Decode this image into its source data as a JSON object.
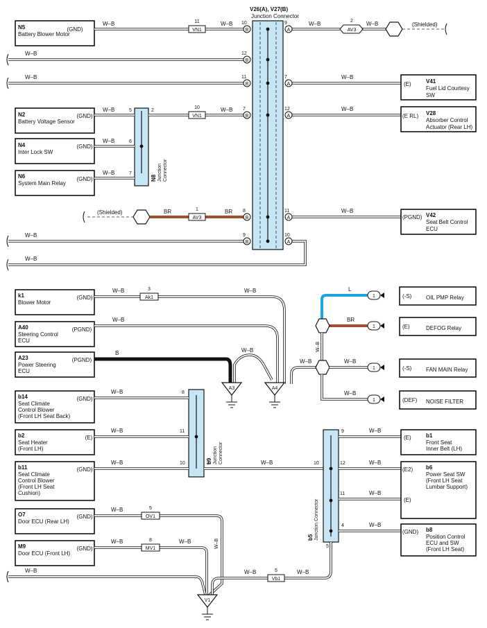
{
  "components": {
    "n5": {
      "code": "N5",
      "name": "Battery Blower Motor",
      "pin": "(GND)"
    },
    "n2": {
      "code": "N2",
      "name": "Battery Voltage Sensor",
      "pin": "(GND)"
    },
    "n4": {
      "code": "N4",
      "name": "Inter Lock SW",
      "pin": "(GND)"
    },
    "n6": {
      "code": "N6",
      "name": "System Main Relay",
      "pin": "(GND)"
    },
    "v41": {
      "code": "V41",
      "name1": "Fuel Lid Courtesy",
      "name2": "SW",
      "pin": "(E)"
    },
    "v28": {
      "code": "V28",
      "name1": "Absorber Control",
      "name2": "Actuator (Rear LH)",
      "pin": "(E RL)"
    },
    "v42": {
      "code": "V42",
      "name1": "Seat Belt Control",
      "name2": "ECU",
      "pin": "(PGND)"
    },
    "k1": {
      "code": "k1",
      "name": "Blower Motor",
      "pin": "(GND)"
    },
    "a40": {
      "code": "A40",
      "name1": "Steering Control",
      "name2": "ECU",
      "pin": "(PGND)"
    },
    "a23": {
      "code": "A23",
      "name1": "Power Steering",
      "name2": "ECU",
      "pin": "(PGND)"
    },
    "b14": {
      "code": "b14",
      "name1": "Seat Climate",
      "name2": "Control Blower",
      "name3": "(Front LH Seat Back)",
      "pin": "(GND)"
    },
    "b2": {
      "code": "b2",
      "name1": "Seat Heater",
      "name2": "(Front LH)",
      "pin": "(E)"
    },
    "b11": {
      "code": "b11",
      "name1": "Seat Climate",
      "name2": "Control Blower",
      "name3": "(Front LH Seat",
      "name4": "Cushion)",
      "pin": "(GND)"
    },
    "o7": {
      "code": "O7",
      "name": "Door ECU (Rear LH)",
      "pin": "(GND)"
    },
    "m9": {
      "code": "M9",
      "name": "Door ECU (Front LH)",
      "pin": "(GND)"
    },
    "b1": {
      "code": "b1",
      "name1": "Front Seat",
      "name2": "Inner Belt (LH)",
      "pin": "(E)"
    },
    "b6": {
      "code": "b6",
      "name1": "Power Seat SW",
      "name2": "(Front LH Seat",
      "name3": "Lumbar Support)",
      "pin1": "(E2)",
      "pin2": "(E)"
    },
    "b8": {
      "code": "b8",
      "name1": "Position Control",
      "name2": "ECU and SW",
      "name3": "(Front LH Seat)",
      "pin": "(GND)"
    },
    "oilpmp": {
      "name": "OIL PMP Relay",
      "pin": "(-S)"
    },
    "defog": {
      "name": "DEFOG Relay",
      "pin": "(E)"
    },
    "fanmain": {
      "name": "FAN MAIN Relay",
      "pin": "(-S)"
    },
    "noise": {
      "name": "NOISE FILTER",
      "pin": "(DEF)"
    }
  },
  "junctions": {
    "v26_title": "V26(A), V27(B)",
    "v26_sub": "Junction Connector",
    "n8_code": "N8",
    "n8_sub": "Junction",
    "n8_sub2": "Connector",
    "b9_code": "b9",
    "b9_sub": "Junction",
    "b9_sub2": "Connector",
    "b5_code": "b5",
    "b5_sub": "Junction Connector"
  },
  "connectors": {
    "vn1": "VN1",
    "av3": "AV3",
    "ak1": "Ak1",
    "ov1": "OV1",
    "mv1": "MV1",
    "vb1": "Vb1"
  },
  "grounds": {
    "a3": "A3",
    "a4": "A4",
    "v1": "V1"
  },
  "wires": {
    "wb": "W–B",
    "br": "BR",
    "b": "B",
    "l": "L"
  },
  "labels": {
    "shielded": "(Shielded)"
  },
  "pins": {
    "p1": "1",
    "p2": "2",
    "p3": "3",
    "p4": "4",
    "p5": "5",
    "p6": "6",
    "p7": "7",
    "p8": "8",
    "p9": "9",
    "p10": "10",
    "p11": "11",
    "p12": "12",
    "a": "A",
    "b": "B"
  },
  "colors": {
    "junction": "#c6e6f5",
    "wire_br": "#a0502e",
    "wire_l": "#1ea3e0",
    "wire_b": "#111111"
  }
}
